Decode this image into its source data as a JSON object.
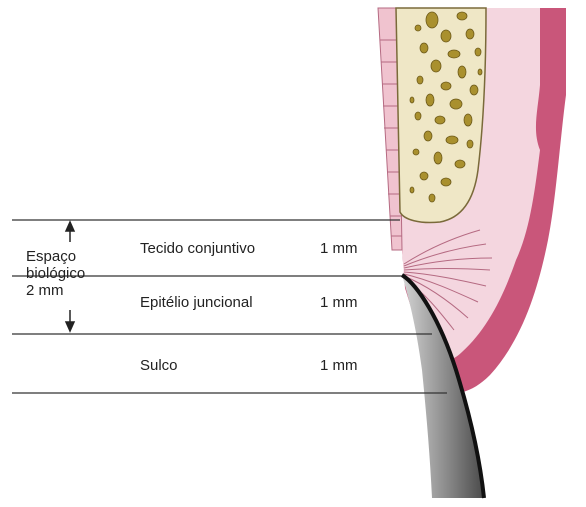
{
  "biologic_width": {
    "line1": "Espaço",
    "line2": "biológico",
    "line3": "2 mm"
  },
  "zones": [
    {
      "name": "Tecido conjuntivo",
      "value": "1 mm"
    },
    {
      "name": "Epitélio juncional",
      "value": "1 mm"
    },
    {
      "name": "Sulco",
      "value": "1 mm"
    }
  ],
  "colors": {
    "gingiva_outer": "#c9567a",
    "gingiva_inner": "#f4d6df",
    "bone": "#efe7c6",
    "trabeculae": "#a9902e",
    "tooth_dark": "#555555",
    "lines": "#333333"
  }
}
